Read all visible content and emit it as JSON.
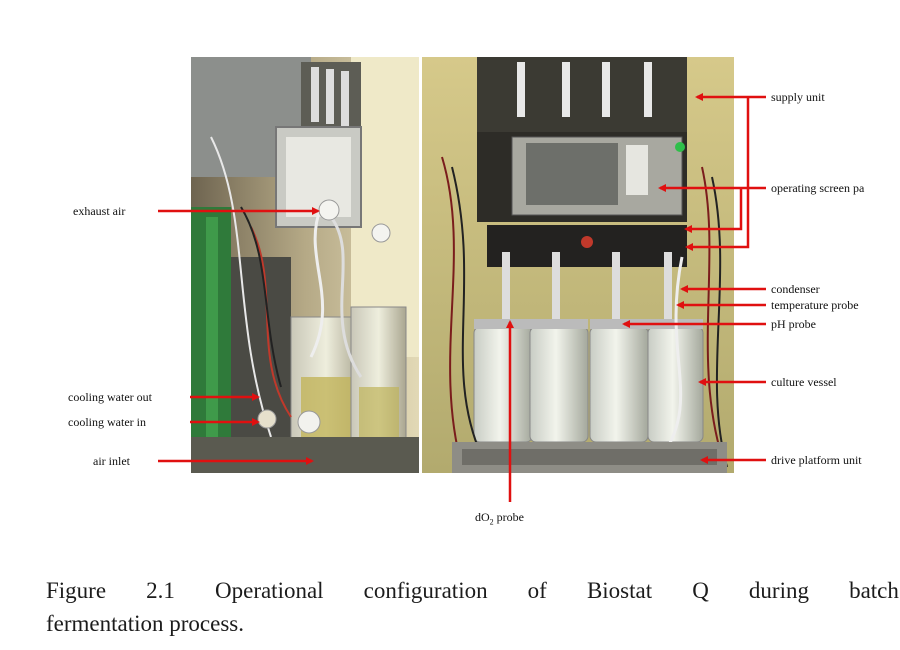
{
  "figure": {
    "labels_left": {
      "exhaust_air": "exhaust air",
      "cooling_water_out": "cooling water out",
      "cooling_water_in": "cooling water in",
      "air_inlet": "air inlet"
    },
    "labels_right": {
      "supply_unit": "supply unit",
      "operating_screen": "operating screen pa",
      "condenser": "condenser",
      "temperature_probe": "temperature probe",
      "ph_probe": "pH probe",
      "culture_vessel": "culture vessel",
      "drive_platform_unit": "drive platform unit"
    },
    "label_bottom": {
      "do2_prefix": "dO",
      "do2_sub": "2",
      "do2_suffix": " probe"
    },
    "arrow_color": "#e01010"
  },
  "caption": {
    "line1_words": [
      "Figure",
      "2.1",
      "Operational",
      "configuration",
      "of",
      "Biostat",
      "Q",
      "during",
      "batch"
    ],
    "line2": "fermentation process."
  }
}
